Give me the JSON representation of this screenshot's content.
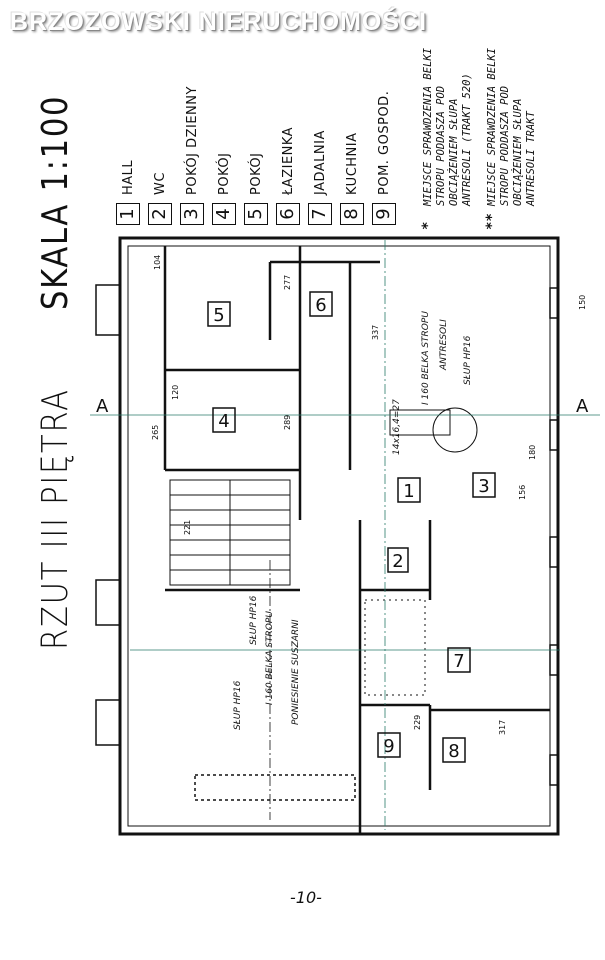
{
  "watermark": "BRZOZOWSKI NIERUCHOMOŚCI",
  "title": "RZUT III PIĘTRA",
  "scale": "SKALA 1:100",
  "legend": [
    {
      "num": "1",
      "label": "HALL"
    },
    {
      "num": "2",
      "label": "WC"
    },
    {
      "num": "3",
      "label": "POKÓJ DZIENNY"
    },
    {
      "num": "4",
      "label": "POKÓJ"
    },
    {
      "num": "5",
      "label": "POKÓJ"
    },
    {
      "num": "6",
      "label": "ŁAZIENKA"
    },
    {
      "num": "7",
      "label": "JADALNIA"
    },
    {
      "num": "8",
      "label": "KUCHNIA"
    },
    {
      "num": "9",
      "label": "POM. GOSPOD."
    }
  ],
  "notes": [
    {
      "mark": "*",
      "text": "MIEJSCE SPRAWDZENIA BELKI STROPU PODDASZA POD OBCIĄŻENIEM SŁUPA ANTRESOLI (TRAKT 520)"
    },
    {
      "mark": "**",
      "text": "MIEJSCE SPRAWDZENIA BELKI STROPU PODDASZA POD OBCIĄŻENIEM SŁUPA ANTRESOLI TRAKT"
    }
  ],
  "plan": {
    "section_marker": "A",
    "stairs": "14x16,4=27",
    "beam_1": "I 160 BELKA STROPU",
    "beam_1b": "ANTRESOLI",
    "post_1": "SŁUP HP16",
    "beam_2": "I 160 BELKA STROPU",
    "beam_2b": "PONIESIENIE SUSZARNI",
    "post_2": "SŁUP HP16",
    "post_3": "SŁUP HP16",
    "dims": [
      "337",
      "277",
      "104",
      "265",
      "289",
      "221",
      "180",
      "156",
      "317",
      "229",
      "120",
      "150"
    ]
  },
  "page_number": "-10-"
}
